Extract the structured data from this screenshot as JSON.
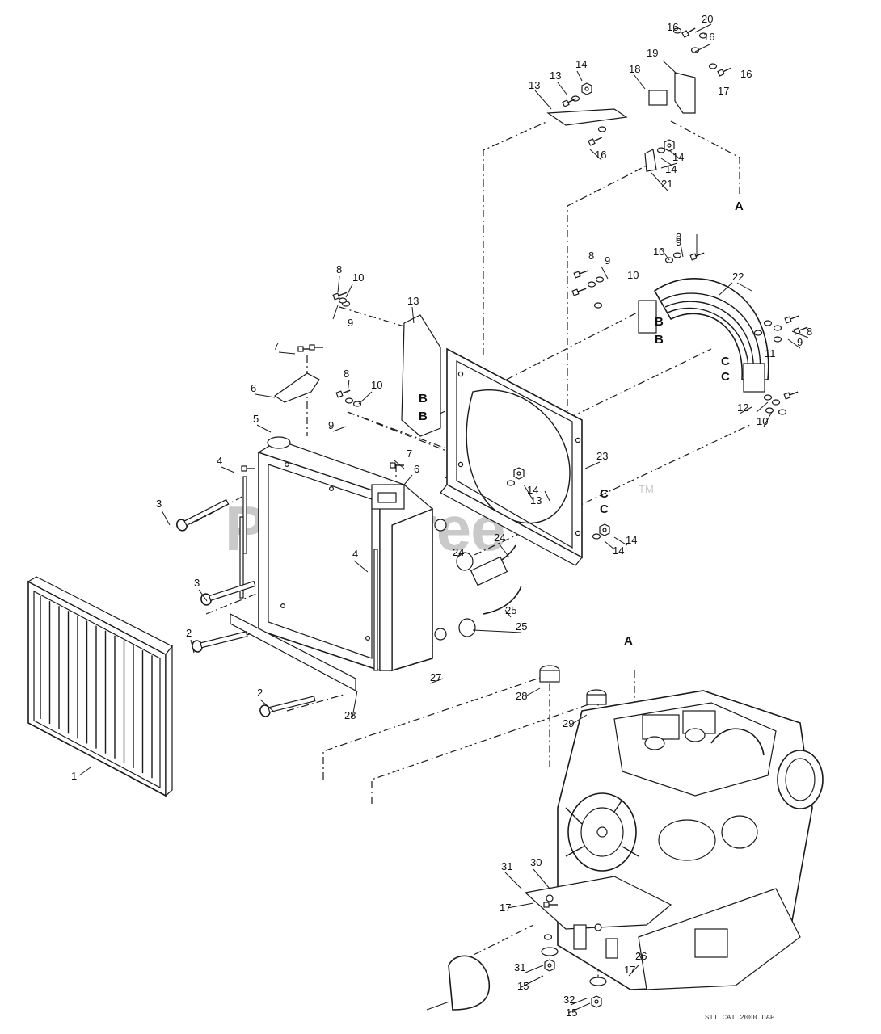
{
  "watermark": {
    "text": "PartsTree",
    "trademark": "TM"
  },
  "footer_code": "STT CAT 2000 DAP",
  "callouts": [
    "1",
    "2",
    "2",
    "3",
    "3",
    "4",
    "4",
    "5",
    "6",
    "6",
    "7",
    "7",
    "8",
    "8",
    "8",
    "8",
    "8",
    "9",
    "9",
    "9",
    "9",
    "9",
    "10",
    "10",
    "10",
    "10",
    "10",
    "11",
    "12",
    "13",
    "13",
    "13",
    "13",
    "14",
    "14",
    "14",
    "14",
    "14",
    "14",
    "15",
    "15",
    "16",
    "16",
    "16",
    "16",
    "17",
    "17",
    "17",
    "18",
    "19",
    "20",
    "21",
    "22",
    "23",
    "24",
    "24",
    "25",
    "25",
    "26",
    "27",
    "28",
    "28",
    "29",
    "30",
    "31",
    "31",
    "32"
  ],
  "reference_letters": [
    "A",
    "A",
    "B",
    "B",
    "B",
    "B",
    "C",
    "C",
    "C",
    "C"
  ]
}
